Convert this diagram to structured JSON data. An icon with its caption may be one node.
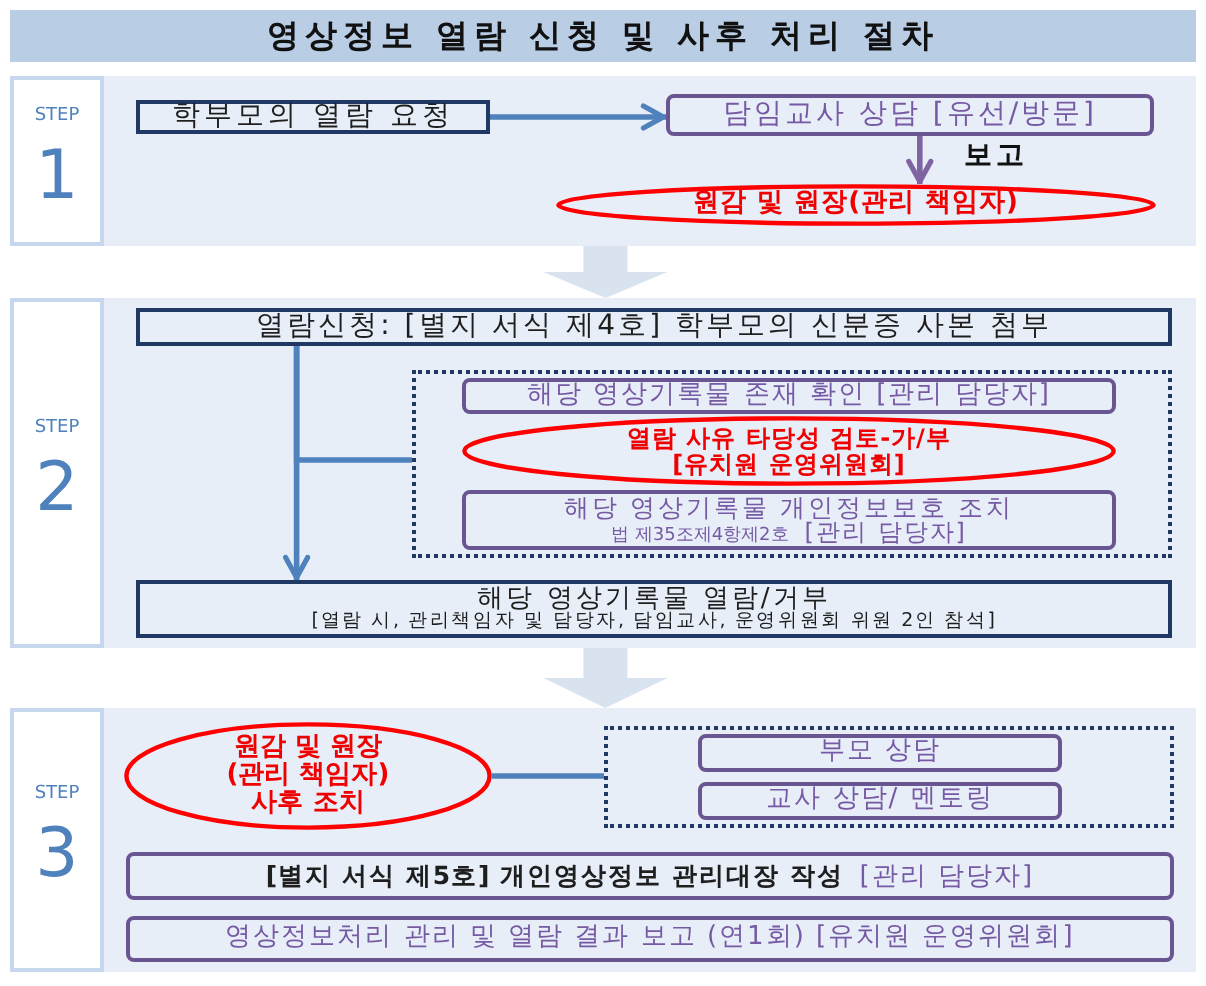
{
  "diagram": {
    "title": "영상정보 열람 신청 및 사후 처리 절차",
    "nodes": [
      {
        "text": [
          "STEP",
          "1"
        ]
      },
      {
        "text": [
          "학부모의 열람 요청"
        ],
        "in": 0
      },
      {
        "text": [
          "담임교사 상담 [유선/방문]"
        ],
        "in": 0
      },
      {
        "text": [
          "원감 및 원장(관리 책임자)"
        ],
        "in": 0
      },
      {
        "text": [
          "STEP",
          "2"
        ]
      },
      {
        "text": [
          "열람신청: [별지 서식 제4호] 학부모의 신분증 사본 첨부"
        ],
        "in": 4
      },
      {
        "text": [],
        "shape": "box",
        "in": 4
      },
      {
        "text": [
          "해당 영상기록물 존재 확인 [관리 담당자]"
        ],
        "in": 6
      },
      {
        "text": [
          "열람 사유 타당성 검토-가/부 [유치원 운영위원회]"
        ],
        "in": 6
      },
      {
        "text": [
          "해당 영상기록물 개인정보보호 조치",
          "법 제35조제4항제2호",
          "[관리 담당자]"
        ],
        "in": 6
      },
      {
        "text": [
          "해당 영상기록물 열람/거부",
          "[열람 시, 관리책임자 및 담당자, 담임교사, 운영위원회 위원 2인 참석]"
        ],
        "in": 4
      },
      {
        "text": [
          "STEP",
          "3"
        ]
      },
      {
        "text": [
          "원감 및 원장 (관리 책임자) 사후 조치"
        ],
        "in": 11
      },
      {
        "text": [],
        "shape": "box",
        "in": 11
      },
      {
        "text": [
          "부모 상담"
        ],
        "in": 13
      },
      {
        "text": [
          "교사 상담/ 멘토링"
        ],
        "in": 13
      },
      {
        "text": [
          "[별지 서식 제5호] 개인영상정보 관리대장 작성",
          "[관리 담당자]"
        ],
        "in": 11
      },
      {
        "text": [
          "영상정보처리 관리 및 열람 결과 보고 (연1회) [유치원 운영위원회]"
        ],
        "in": 11
      }
    ],
    "edges": [
      {
        "from": 1,
        "to": 2,
        "arrow": "to"
      },
      {
        "from": 2,
        "to": 3,
        "arrow": "to",
        "label": "보고",
        "color": "#8064a2"
      },
      {
        "from": 0,
        "to": 4,
        "arrow": "to",
        "style": "thick",
        "color": "#d9e3f0"
      },
      {
        "from": 5,
        "to": 10,
        "arrow": "to"
      },
      {
        "from": 5,
        "to": 6,
        "arrow": "none"
      },
      {
        "from": 4,
        "to": 11,
        "arrow": "to",
        "style": "thick",
        "color": "#d9e3f0"
      },
      {
        "from": 12,
        "to": 13,
        "arrow": "none"
      }
    ]
  }
}
